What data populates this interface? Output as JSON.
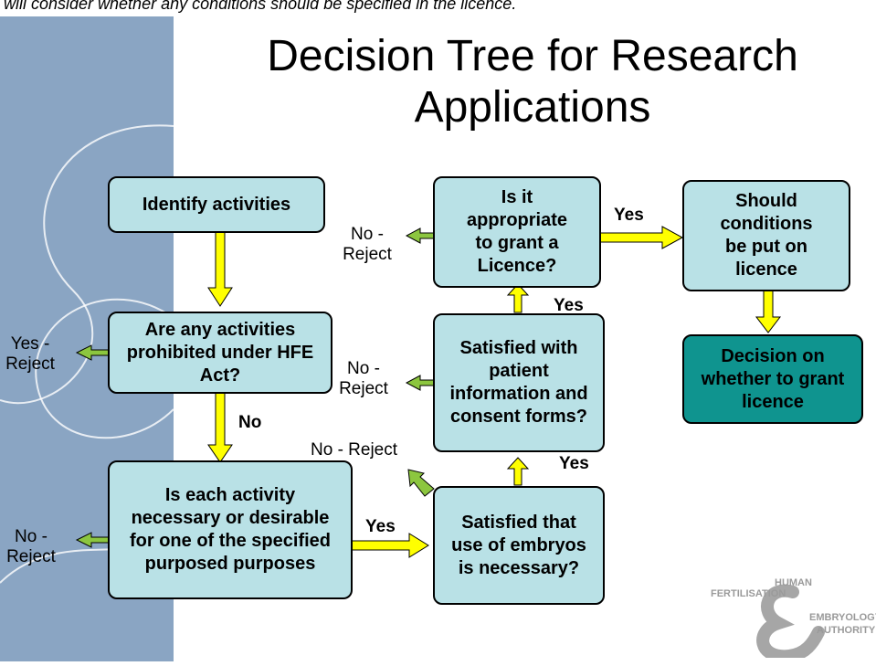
{
  "top_note": "will consider whether any conditions should be specified in the licence.",
  "title": "Decision Tree for Research Applications",
  "boxes": {
    "identify": "Identify activities",
    "prohibited": "Are any activities prohibited under HFE Act?",
    "necessary": "Is each activity necessary or desirable for one of the specified purposed purposes",
    "embryos": "Satisfied that use of embryos is necessary?",
    "patient_info": "Satisfied with patient information and consent forms?",
    "appropriate": "Is it appropriate to grant a Licence?",
    "conditions": "Should conditions be put on licence",
    "decision": "Decision on whether to grant licence"
  },
  "labels": {
    "yes_reject_left": "Yes - Reject",
    "no_reject_left": "No - Reject",
    "no_after_prohibited": "No",
    "yes_to_embryos": "Yes",
    "no_reject_embryos": "No - Reject",
    "yes_to_patient": "Yes",
    "no_reject_patient": "No - Reject",
    "yes_to_appropriate": "Yes",
    "no_reject_appropriate": "No - Reject",
    "yes_to_conditions": "Yes"
  },
  "logo": {
    "line1": "HUMAN",
    "line2": "FERTILISATION",
    "line3": "EMBRYOLOGY",
    "line4": "AUTHORITY"
  },
  "colors": {
    "sidebar": "#8aa5c3",
    "box_fill": "#b9e1e6",
    "final_box_fill": "#0f948f",
    "yes_arrow": "#ffff00",
    "no_arrow": "#8cc63f"
  }
}
